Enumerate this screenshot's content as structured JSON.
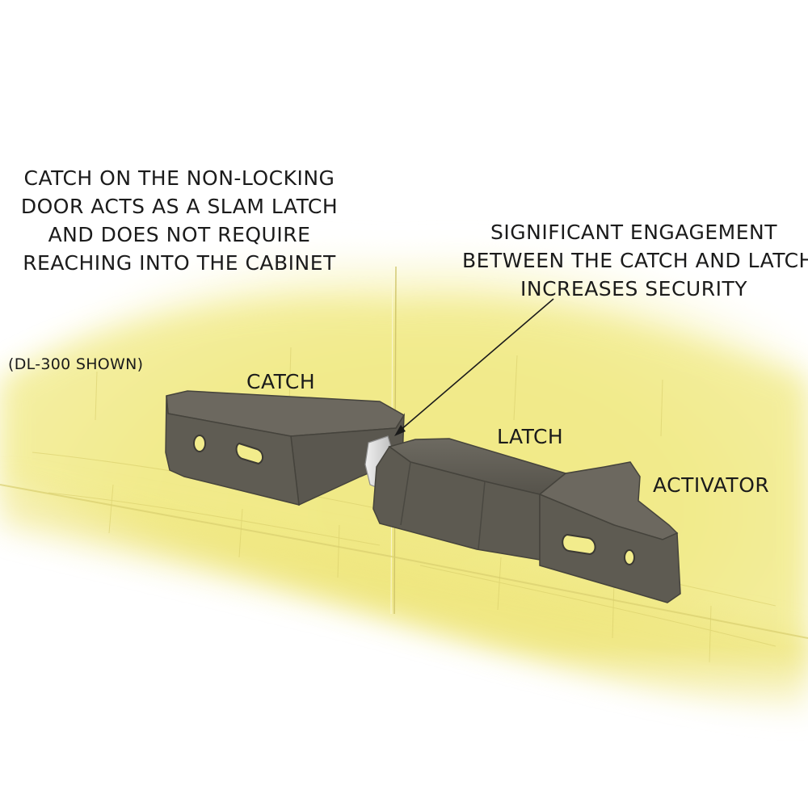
{
  "notes": {
    "catch_note": [
      "CATCH ON THE NON-LOCKING",
      "DOOR ACTS AS A SLAM LATCH",
      "AND DOES NOT REQUIRE",
      "REACHING INTO THE CABINET"
    ],
    "engagement_note": [
      "SIGNIFICANT ENGAGEMENT",
      "BETWEEN THE CATCH AND LATCH",
      "INCREASES SECURITY"
    ],
    "model_note": "(DL-300 SHOWN)"
  },
  "parts": {
    "catch": "CATCH",
    "latch": "LATCH",
    "activator": "ACTIVATOR"
  },
  "colors": {
    "wood": "#f2ec8c",
    "wood_shadow": "#e4d96a",
    "metal": "#5d5a51",
    "metal_light": "#716d63",
    "metal_dark": "#45433c",
    "steel": "#d8d8d8"
  }
}
